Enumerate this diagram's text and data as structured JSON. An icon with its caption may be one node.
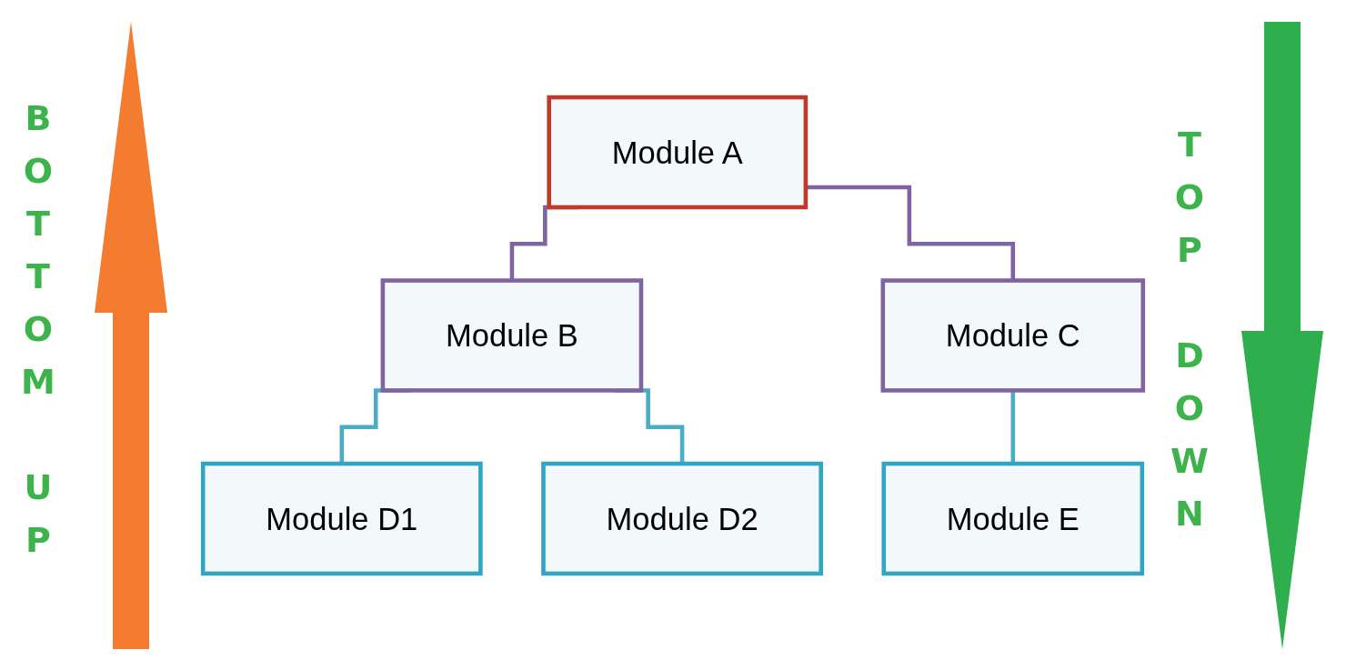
{
  "diagram": {
    "nodes": [
      {
        "text": [
          "Module A"
        ]
      },
      {
        "text": [
          "Module B"
        ]
      },
      {
        "text": [
          "Module C"
        ]
      },
      {
        "text": [
          "Module D1"
        ]
      },
      {
        "text": [
          "Module D2"
        ]
      },
      {
        "text": [
          "Module E"
        ]
      }
    ],
    "edges": [
      {
        "from": 0,
        "to": 1,
        "arrow": "none",
        "color": "#8064a2"
      },
      {
        "from": 0,
        "to": 2,
        "arrow": "none",
        "color": "#8064a2"
      },
      {
        "from": 1,
        "to": 3,
        "arrow": "none"
      },
      {
        "from": 1,
        "to": 4,
        "arrow": "none"
      },
      {
        "from": 2,
        "to": 5,
        "arrow": "none"
      }
    ],
    "labels": [
      "BOTTOM UP",
      "TOP DOWN"
    ]
  }
}
